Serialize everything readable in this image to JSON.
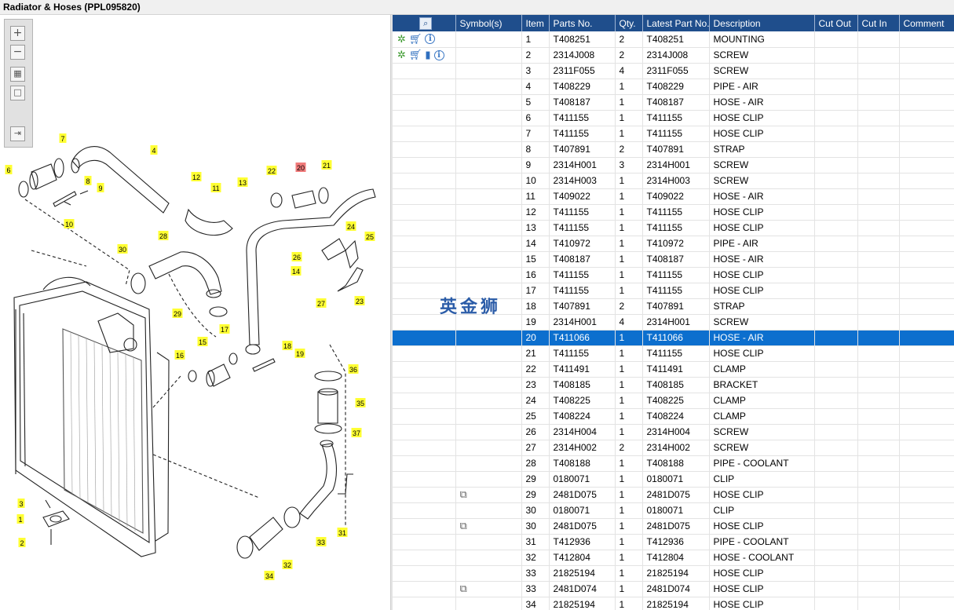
{
  "window": {
    "title": "Radiator & Hoses (PPL095820)"
  },
  "watermark": "英金狮",
  "toolbar": {
    "zoom_in_icon": "zoom-in-icon",
    "zoom_out_icon": "zoom-out-icon",
    "fit_icon": "fit-grid-icon",
    "actual_icon": "actual-size-icon",
    "nav_icon": "panel-arrow-icon"
  },
  "table": {
    "headers": [
      "",
      "Symbol(s)",
      "Item",
      "Parts No.",
      "Qty.",
      "Latest Part No.",
      "Description",
      "Cut Out",
      "Cut In",
      "Comment"
    ],
    "selected_item": "20",
    "rows": [
      {
        "symbols": "gci",
        "item": "1",
        "part": "T408251",
        "qty": "2",
        "latest": "T408251",
        "desc": "MOUNTING"
      },
      {
        "symbols": "gcbi",
        "item": "2",
        "part": "2314J008",
        "qty": "2",
        "latest": "2314J008",
        "desc": "SCREW"
      },
      {
        "symbols": "",
        "item": "3",
        "part": "2311F055",
        "qty": "4",
        "latest": "2311F055",
        "desc": "SCREW"
      },
      {
        "symbols": "",
        "item": "4",
        "part": "T408229",
        "qty": "1",
        "latest": "T408229",
        "desc": "PIPE - AIR"
      },
      {
        "symbols": "",
        "item": "5",
        "part": "T408187",
        "qty": "1",
        "latest": "T408187",
        "desc": "HOSE - AIR"
      },
      {
        "symbols": "",
        "item": "6",
        "part": "T411155",
        "qty": "1",
        "latest": "T411155",
        "desc": "HOSE CLIP"
      },
      {
        "symbols": "",
        "item": "7",
        "part": "T411155",
        "qty": "1",
        "latest": "T411155",
        "desc": "HOSE CLIP"
      },
      {
        "symbols": "",
        "item": "8",
        "part": "T407891",
        "qty": "2",
        "latest": "T407891",
        "desc": "STRAP"
      },
      {
        "symbols": "",
        "item": "9",
        "part": "2314H001",
        "qty": "3",
        "latest": "2314H001",
        "desc": "SCREW"
      },
      {
        "symbols": "",
        "item": "10",
        "part": "2314H003",
        "qty": "1",
        "latest": "2314H003",
        "desc": "SCREW"
      },
      {
        "symbols": "",
        "item": "11",
        "part": "T409022",
        "qty": "1",
        "latest": "T409022",
        "desc": "HOSE - AIR"
      },
      {
        "symbols": "",
        "item": "12",
        "part": "T411155",
        "qty": "1",
        "latest": "T411155",
        "desc": "HOSE CLIP"
      },
      {
        "symbols": "",
        "item": "13",
        "part": "T411155",
        "qty": "1",
        "latest": "T411155",
        "desc": "HOSE CLIP"
      },
      {
        "symbols": "",
        "item": "14",
        "part": "T410972",
        "qty": "1",
        "latest": "T410972",
        "desc": "PIPE - AIR"
      },
      {
        "symbols": "",
        "item": "15",
        "part": "T408187",
        "qty": "1",
        "latest": "T408187",
        "desc": "HOSE - AIR"
      },
      {
        "symbols": "",
        "item": "16",
        "part": "T411155",
        "qty": "1",
        "latest": "T411155",
        "desc": "HOSE CLIP"
      },
      {
        "symbols": "",
        "item": "17",
        "part": "T411155",
        "qty": "1",
        "latest": "T411155",
        "desc": "HOSE CLIP"
      },
      {
        "symbols": "",
        "item": "18",
        "part": "T407891",
        "qty": "2",
        "latest": "T407891",
        "desc": "STRAP"
      },
      {
        "symbols": "",
        "item": "19",
        "part": "2314H001",
        "qty": "4",
        "latest": "2314H001",
        "desc": "SCREW"
      },
      {
        "symbols": "",
        "item": "20",
        "part": "T411066",
        "qty": "1",
        "latest": "T411066",
        "desc": "HOSE - AIR"
      },
      {
        "symbols": "",
        "item": "21",
        "part": "T411155",
        "qty": "1",
        "latest": "T411155",
        "desc": "HOSE CLIP"
      },
      {
        "symbols": "",
        "item": "22",
        "part": "T411491",
        "qty": "1",
        "latest": "T411491",
        "desc": "CLAMP"
      },
      {
        "symbols": "",
        "item": "23",
        "part": "T408185",
        "qty": "1",
        "latest": "T408185",
        "desc": "BRACKET"
      },
      {
        "symbols": "",
        "item": "24",
        "part": "T408225",
        "qty": "1",
        "latest": "T408225",
        "desc": "CLAMP"
      },
      {
        "symbols": "",
        "item": "25",
        "part": "T408224",
        "qty": "1",
        "latest": "T408224",
        "desc": "CLAMP"
      },
      {
        "symbols": "",
        "item": "26",
        "part": "2314H004",
        "qty": "1",
        "latest": "2314H004",
        "desc": "SCREW"
      },
      {
        "symbols": "",
        "item": "27",
        "part": "2314H002",
        "qty": "2",
        "latest": "2314H002",
        "desc": "SCREW"
      },
      {
        "symbols": "",
        "item": "28",
        "part": "T408188",
        "qty": "1",
        "latest": "T408188",
        "desc": "PIPE - COOLANT"
      },
      {
        "symbols": "",
        "item": "29",
        "part": "0180071",
        "qty": "1",
        "latest": "0180071",
        "desc": "CLIP"
      },
      {
        "symbols": "m",
        "item": "29",
        "part": "2481D075",
        "qty": "1",
        "latest": "2481D075",
        "desc": "HOSE CLIP"
      },
      {
        "symbols": "",
        "item": "30",
        "part": "0180071",
        "qty": "1",
        "latest": "0180071",
        "desc": "CLIP"
      },
      {
        "symbols": "m",
        "item": "30",
        "part": "2481D075",
        "qty": "1",
        "latest": "2481D075",
        "desc": "HOSE CLIP"
      },
      {
        "symbols": "",
        "item": "31",
        "part": "T412936",
        "qty": "1",
        "latest": "T412936",
        "desc": "PIPE - COOLANT"
      },
      {
        "symbols": "",
        "item": "32",
        "part": "T412804",
        "qty": "1",
        "latest": "T412804",
        "desc": "HOSE - COOLANT"
      },
      {
        "symbols": "",
        "item": "33",
        "part": "21825194",
        "qty": "1",
        "latest": "21825194",
        "desc": "HOSE CLIP"
      },
      {
        "symbols": "m",
        "item": "33",
        "part": "2481D074",
        "qty": "1",
        "latest": "2481D074",
        "desc": "HOSE CLIP"
      },
      {
        "symbols": "",
        "item": "34",
        "part": "21825194",
        "qty": "1",
        "latest": "21825194",
        "desc": "HOSE CLIP"
      }
    ]
  },
  "diagram": {
    "callouts": [
      {
        "n": "1"
      },
      {
        "n": "2"
      },
      {
        "n": "3"
      },
      {
        "n": "4"
      },
      {
        "n": "6"
      },
      {
        "n": "7"
      },
      {
        "n": "8"
      },
      {
        "n": "9"
      },
      {
        "n": "10"
      },
      {
        "n": "11"
      },
      {
        "n": "12"
      },
      {
        "n": "13"
      },
      {
        "n": "14"
      },
      {
        "n": "15"
      },
      {
        "n": "16"
      },
      {
        "n": "17"
      },
      {
        "n": "18"
      },
      {
        "n": "19"
      },
      {
        "n": "20"
      },
      {
        "n": "21"
      },
      {
        "n": "22"
      },
      {
        "n": "23"
      },
      {
        "n": "24"
      },
      {
        "n": "25"
      },
      {
        "n": "26"
      },
      {
        "n": "27"
      },
      {
        "n": "28"
      },
      {
        "n": "29"
      },
      {
        "n": "30"
      },
      {
        "n": "31"
      },
      {
        "n": "32"
      },
      {
        "n": "33"
      },
      {
        "n": "34"
      },
      {
        "n": "35"
      },
      {
        "n": "36"
      },
      {
        "n": "37"
      }
    ],
    "highlighted": "20"
  }
}
